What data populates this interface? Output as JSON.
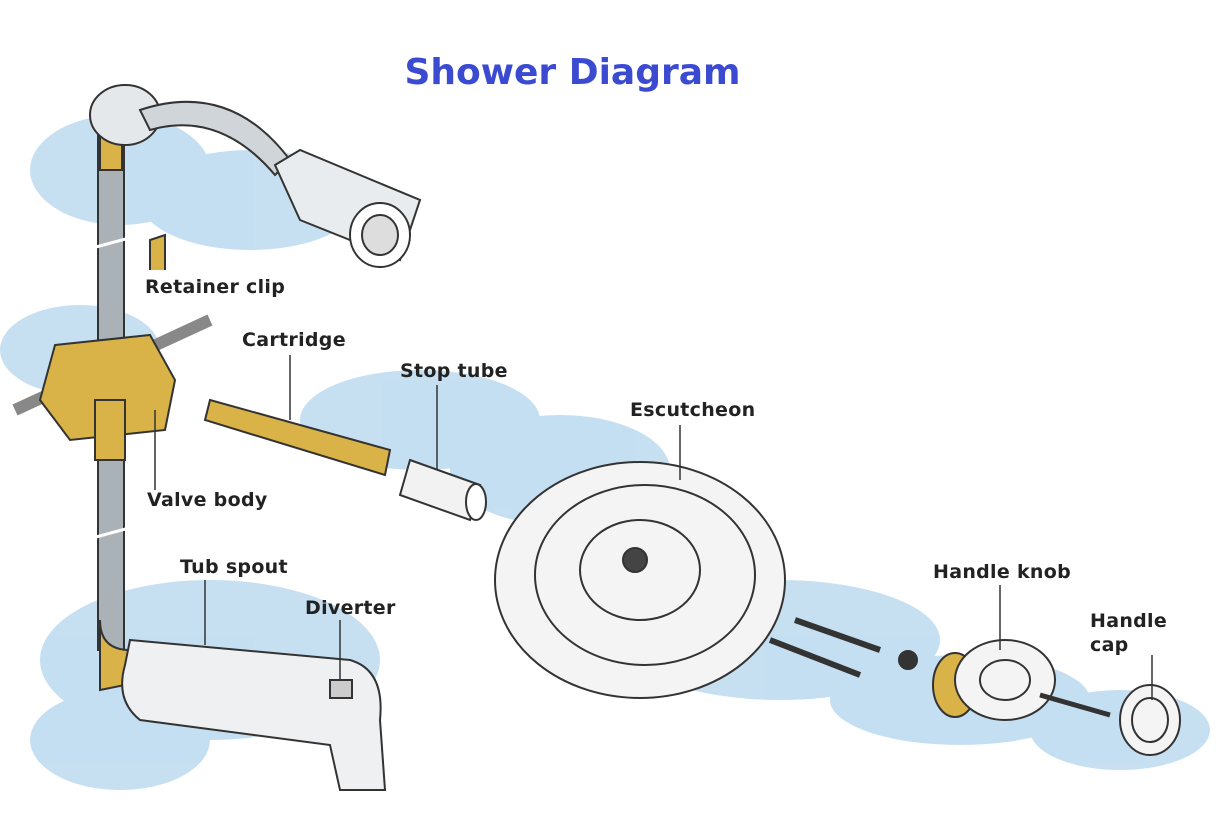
{
  "title": "Shower Diagram",
  "colors": {
    "title": "#3b4bd1",
    "water": "#b9d8ef",
    "brass": "#d9b347",
    "chrome": "#dfe3e6"
  },
  "labels": {
    "retainer_clip": "Retainer clip",
    "cartridge": "Cartridge",
    "stop_tube": "Stop tube",
    "escutcheon": "Escutcheon",
    "valve_body": "Valve body",
    "tub_spout": "Tub spout",
    "diverter": "Diverter",
    "handle_knob": "Handle knob",
    "handle_cap_line1": "Handle",
    "handle_cap_line2": "cap"
  }
}
